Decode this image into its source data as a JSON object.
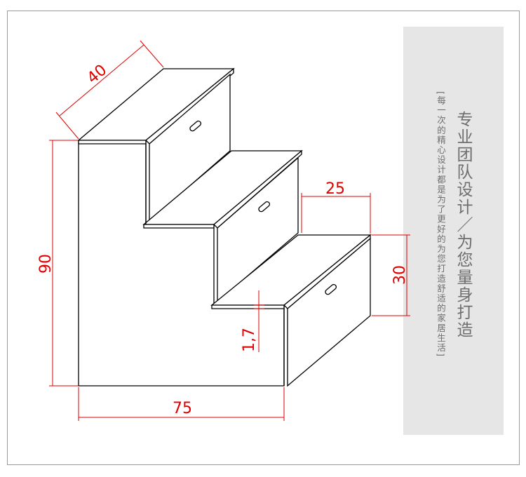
{
  "panel": {
    "title": "专业团队设计／为您量身打造",
    "subtitle": "[每一次的精心设计都是为了更好的为您打造舒适的家居生活]"
  },
  "dimensions": {
    "depth": "40",
    "height": "90",
    "width": "75",
    "step_depth": "25",
    "step_height": "30",
    "board_thickness": "1,7"
  },
  "colors": {
    "dimension": "#e00000",
    "line": "#000000",
    "panel": "#e6e6e6"
  }
}
